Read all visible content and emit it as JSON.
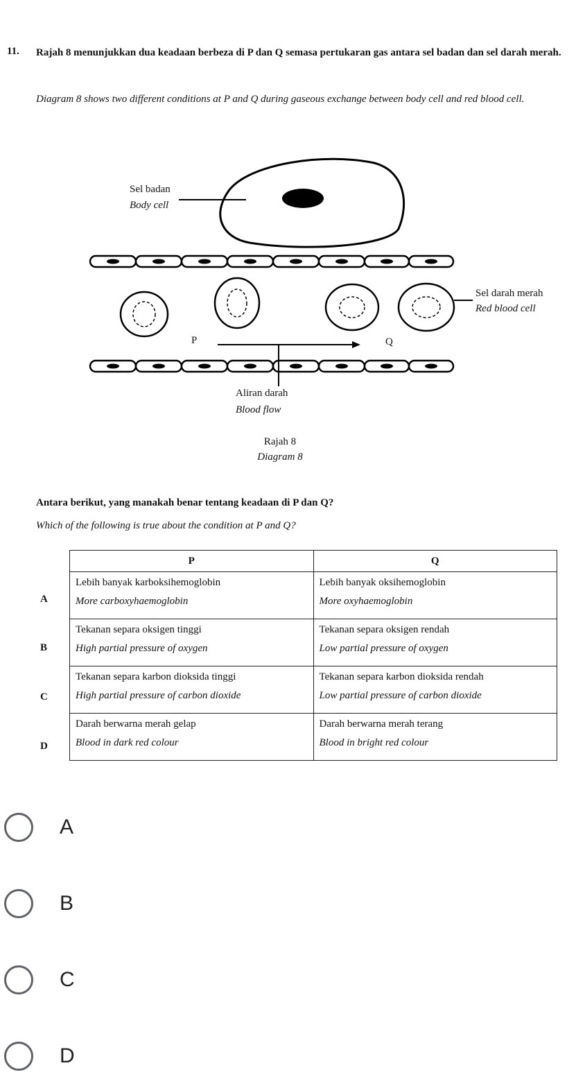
{
  "question": {
    "number": "11.",
    "intro_ms": "Rajah 8 menunjukkan dua keadaan berbeza di P dan Q semasa pertukaran gas antara sel badan dan sel darah merah.",
    "intro_en": "Diagram 8 shows two different conditions at P and Q during gaseous exchange between body cell and red blood cell."
  },
  "diagram": {
    "label_body_cell_ms": "Sel badan",
    "label_body_cell_en": "Body cell",
    "label_rbc_ms": "Sel darah merah",
    "label_rbc_en": "Red blood cell",
    "label_p": "P",
    "label_q": "Q",
    "label_flow_ms": "Aliran darah",
    "label_flow_en": "Blood flow",
    "caption_ms": "Rajah 8",
    "caption_en": "Diagram 8"
  },
  "prompt": {
    "ms": "Antara berikut, yang manakah benar tentang keadaan di P dan Q?",
    "en": "Which of the following is true about the condition at P and Q?"
  },
  "table": {
    "header_p": "P",
    "header_q": "Q",
    "rows": [
      {
        "label": "A",
        "p_ms": "Lebih banyak karboksihemoglobin",
        "p_en": "More carboxyhaemoglobin",
        "q_ms": "Lebih banyak oksihemoglobin",
        "q_en": "More oxyhaemoglobin"
      },
      {
        "label": "B",
        "p_ms": "Tekanan separa oksigen tinggi",
        "p_en": "High partial pressure of oxygen",
        "q_ms": "Tekanan separa oksigen rendah",
        "q_en": "Low partial pressure of oxygen"
      },
      {
        "label": "C",
        "p_ms": "Tekanan separa karbon dioksida tinggi",
        "p_en": "High partial pressure of carbon dioxide",
        "q_ms": "Tekanan separa karbon dioksida rendah",
        "q_en": "Low partial pressure of carbon dioxide"
      },
      {
        "label": "D",
        "p_ms": "Darah berwarna merah gelap",
        "p_en": "Blood in dark red colour",
        "q_ms": "Darah berwarna merah terang",
        "q_en": "Blood in bright red colour"
      }
    ]
  },
  "choices": [
    "A",
    "B",
    "C",
    "D"
  ],
  "colors": {
    "radio_border": "#5f6368",
    "choice_text": "#202124"
  }
}
